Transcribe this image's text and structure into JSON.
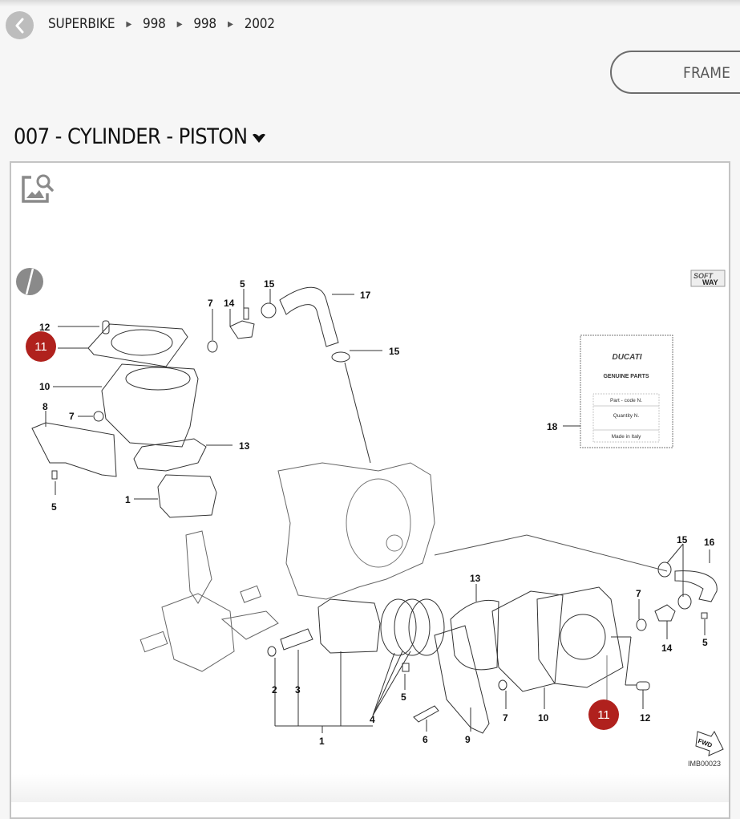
{
  "breadcrumb": {
    "items": [
      {
        "label": "SUPERBIKE"
      },
      {
        "label": "998"
      },
      {
        "label": "998"
      },
      {
        "label": "2002"
      }
    ]
  },
  "header": {
    "frame_button_label": "FRAME",
    "title": "007 - CYLINDER - PISTON"
  },
  "diagram": {
    "image_code": "IMB00023",
    "highlighted_part": "11",
    "fwd_label": "FWD",
    "brand_logo": "SOFT WAY",
    "tag": {
      "brand": "DUCATI",
      "subtitle": "GENUINE PARTS",
      "part_code": "Part - code N.",
      "quantity": "Quantity N.",
      "origin": "Made in Italy"
    },
    "labels": {
      "l5a": "5",
      "l15a": "15",
      "l17": "17",
      "l7a": "7",
      "l14a": "14",
      "l12a": "12",
      "l15b": "15",
      "l10a": "10",
      "l8": "8",
      "l7b": "7",
      "l13a": "13",
      "l5b": "5",
      "l1a": "1",
      "l18": "18",
      "l15c": "15",
      "l16": "16",
      "l13b": "13",
      "l7c": "7",
      "l14b": "14",
      "l5c": "5",
      "l2": "2",
      "l3": "3",
      "l4": "4",
      "l5d": "5",
      "l7d": "7",
      "l10b": "10",
      "l12b": "12",
      "l1b": "1",
      "l6": "6",
      "l9": "9"
    },
    "callouts": [
      {
        "number": "11"
      },
      {
        "number": "11"
      }
    ]
  }
}
